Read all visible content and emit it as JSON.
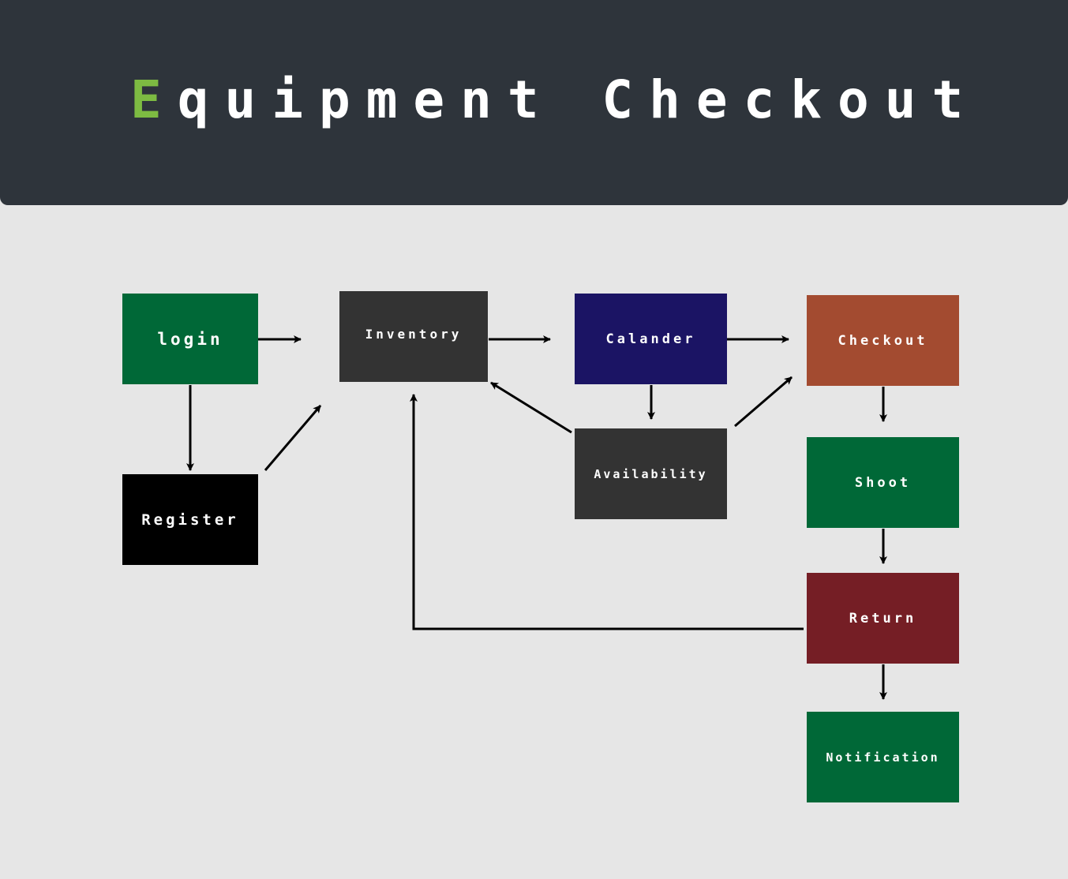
{
  "header": {
    "title_first": "E",
    "title_rest": "quipment Checkout",
    "accent_color": "#7dbb42",
    "background_color": "#2e343b"
  },
  "nodes": {
    "login": {
      "label": "login",
      "color": "#006837"
    },
    "register": {
      "label": "Register",
      "color": "#000000"
    },
    "inventory": {
      "label": "Inventory",
      "color": "#333333"
    },
    "calander": {
      "label": "Calander",
      "color": "#1b1464"
    },
    "availability": {
      "label": "Availability",
      "color": "#333333"
    },
    "checkout": {
      "label": "Checkout",
      "color": "#a34b30"
    },
    "shoot": {
      "label": "Shoot",
      "color": "#006837"
    },
    "return": {
      "label": "Return",
      "color": "#751e25"
    },
    "notification": {
      "label": "Notification",
      "color": "#006837"
    }
  },
  "edges": [
    {
      "from": "login",
      "to": "inventory"
    },
    {
      "from": "login",
      "to": "register"
    },
    {
      "from": "register",
      "to": "inventory"
    },
    {
      "from": "inventory",
      "to": "calander"
    },
    {
      "from": "calander",
      "to": "checkout"
    },
    {
      "from": "calander",
      "to": "availability"
    },
    {
      "from": "availability",
      "to": "inventory"
    },
    {
      "from": "availability",
      "to": "checkout"
    },
    {
      "from": "checkout",
      "to": "shoot"
    },
    {
      "from": "shoot",
      "to": "return"
    },
    {
      "from": "return",
      "to": "notification"
    },
    {
      "from": "return",
      "to": "inventory"
    }
  ]
}
